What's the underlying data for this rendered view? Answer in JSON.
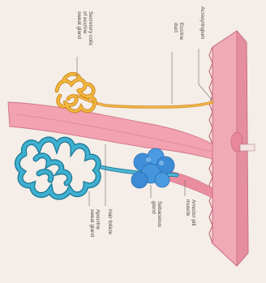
{
  "labels": {
    "secretory_coils": [
      "Secretory coils",
      "of eccrine",
      "sweat gland"
    ],
    "eccrine_duct": [
      "Eccrine",
      "duct"
    ],
    "acrosyringium": [
      "Acrosyringium"
    ],
    "hair_follicle": [
      "Hair follicle"
    ],
    "apocrine_gland": [
      "Apocrine",
      "sweat gland"
    ],
    "sebaceous_gland": [
      "Sebaceous",
      "gland"
    ],
    "arrector_pili": [
      "Arrector pili",
      "muscle"
    ]
  },
  "colors": {
    "background": "#f4ede8",
    "skin": "#f0a9b6",
    "skin_dark": "#d6788a",
    "eccrine": "#e8a531",
    "apocrine": "#2e9fbf",
    "sebaceous": "#3d8fd6",
    "leader": "#6b6b6b"
  }
}
